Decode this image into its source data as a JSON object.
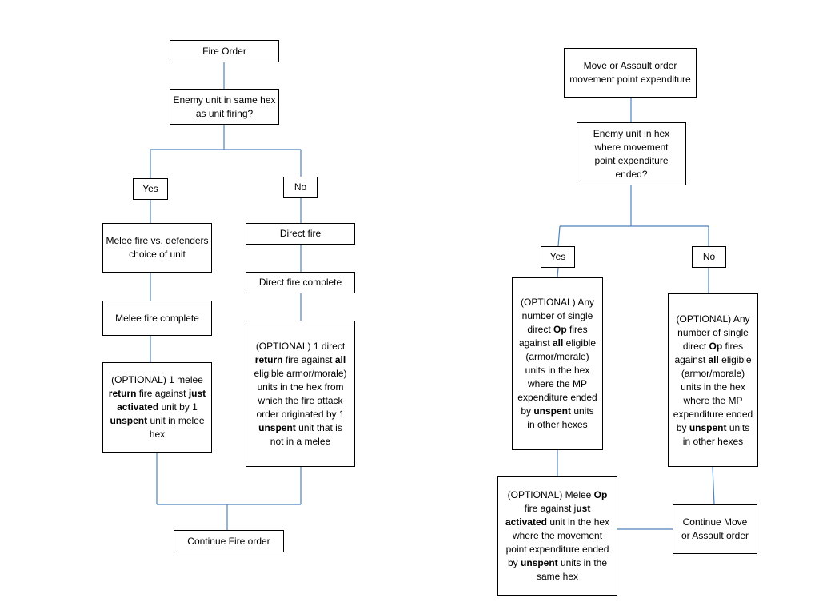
{
  "colors": {
    "connector": "#4f81bd",
    "box_border": "#000000"
  },
  "left_flow": {
    "fire_order": "Fire Order",
    "enemy_same_hex": "Enemy unit in same hex as unit  firing?",
    "yes": "Yes",
    "no": "No",
    "melee_fire": "Melee fire vs. defenders choice of unit",
    "melee_fire_complete": "Melee fire complete",
    "optional_melee_return": [
      {
        "text": "(OPTIONAL)",
        "bold": false
      },
      {
        "text": " 1 melee ",
        "bold": false
      },
      {
        "text": "return",
        "bold": true
      },
      {
        "text": " fire against  ",
        "bold": false
      },
      {
        "text": "just activated",
        "bold": true
      },
      {
        "text": " unit by 1 ",
        "bold": false
      },
      {
        "text": "unspent",
        "bold": true
      },
      {
        "text": " unit in melee hex",
        "bold": false
      }
    ],
    "direct_fire": "Direct fire",
    "direct_fire_complete": "Direct fire complete",
    "optional_direct_return": [
      {
        "text": "(OPTIONAL)",
        "bold": false
      },
      {
        "text": " 1 direct  ",
        "bold": false
      },
      {
        "text": "return",
        "bold": true
      },
      {
        "text": " fire against  ",
        "bold": false
      },
      {
        "text": "all",
        "bold": true
      },
      {
        "text": " eligible armor/morale) units in the hex from which the fire attack order originated by 1 ",
        "bold": false
      },
      {
        "text": "unspent",
        "bold": true
      },
      {
        "text": " unit that is not in  a melee",
        "bold": false
      }
    ],
    "continue": "Continue Fire order"
  },
  "right_flow": {
    "move_assault": "Move or Assault  order movement point expenditure",
    "enemy_in_hex": "Enemy unit  in hex where movement point expenditure ended?",
    "yes": "Yes",
    "no": "No",
    "optional_yes_op": [
      {
        "text": "(OPTIONAL)",
        "bold": false
      },
      {
        "text": " Any number of single direct ",
        "bold": false
      },
      {
        "text": "Op",
        "bold": true
      },
      {
        "text": " fires against  ",
        "bold": false
      },
      {
        "text": "all",
        "bold": true
      },
      {
        "text": " eligible (armor/morale) units in the hex where the MP expenditure ended by ",
        "bold": false
      },
      {
        "text": "unspent",
        "bold": true
      },
      {
        "text": " units in other hexes",
        "bold": false
      }
    ],
    "optional_no_op": [
      {
        "text": "(OPTIONAL)",
        "bold": false
      },
      {
        "text": " Any number of single direct ",
        "bold": false
      },
      {
        "text": "Op",
        "bold": true
      },
      {
        "text": " fires against ",
        "bold": false
      },
      {
        "text": "all",
        "bold": true
      },
      {
        "text": " eligible (armor/morale) units in the hex where the MP expenditure ended by ",
        "bold": false
      },
      {
        "text": "unspent",
        "bold": true
      },
      {
        "text": " units in other hexes",
        "bold": false
      }
    ],
    "optional_melee_op": [
      {
        "text": "(OPTIONAL)",
        "bold": false
      },
      {
        "text": " Melee ",
        "bold": false
      },
      {
        "text": "Op",
        "bold": true
      },
      {
        "text": " fire against j",
        "bold": false
      },
      {
        "text": "ust activated",
        "bold": true
      },
      {
        "text": " unit  in the hex where the movement point expenditure ended by ",
        "bold": false
      },
      {
        "text": "unspent",
        "bold": true
      },
      {
        "text": " units in the same hex",
        "bold": false
      }
    ],
    "continue": "Continue Move or Assault order"
  }
}
